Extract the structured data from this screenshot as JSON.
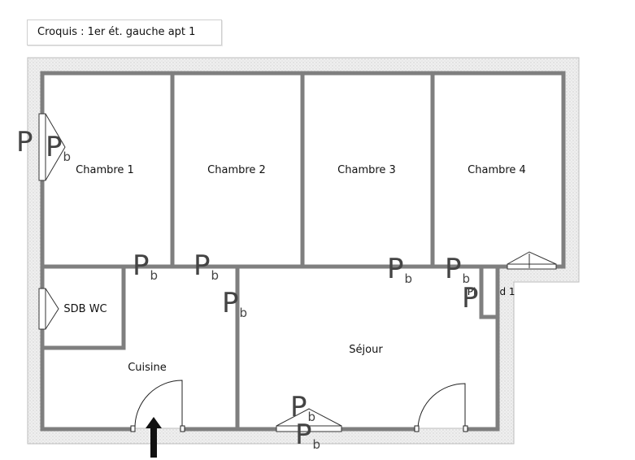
{
  "title": "Croquis : 1er ét. gauche apt 1",
  "rooms": {
    "chambre1": "Chambre 1",
    "chambre2": "Chambre 2",
    "chambre3": "Chambre 3",
    "chambre4": "Chambre 4",
    "sdb_wc": "SDB WC",
    "cuisine": "Cuisine",
    "sejour": "Séjour",
    "placard_pl": "Pl",
    "placard_d1": "d 1"
  },
  "markers": {
    "p": "P",
    "b": "b"
  },
  "colors": {
    "wall": "#7a7a7a",
    "wall_dark": "#5a5a5a",
    "hatch": "#d9d9d9",
    "text": "#111111",
    "marker": "#444444"
  }
}
